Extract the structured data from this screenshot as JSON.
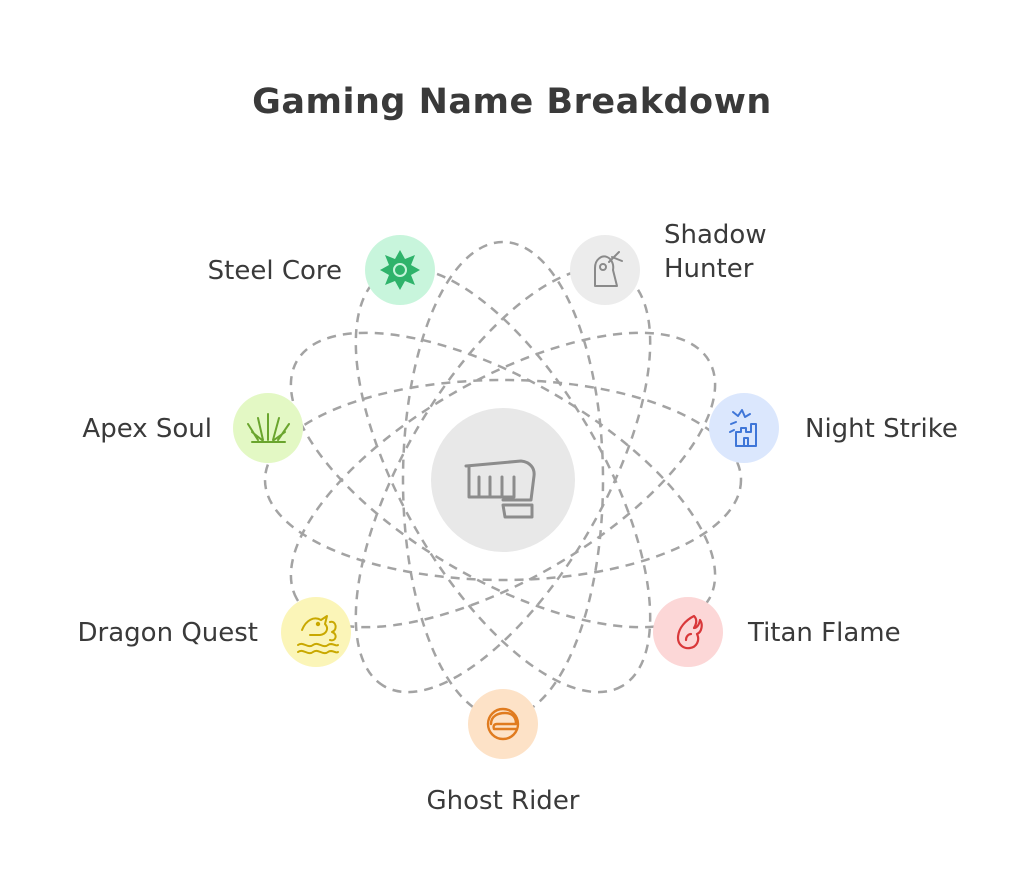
{
  "title": "Gaming Name Breakdown",
  "center": {
    "icon": "fist-icon",
    "fill": "#e8e8e8"
  },
  "nodes": [
    {
      "id": "steel-core",
      "label": "Steel Core",
      "icon": "gear-badge-icon",
      "fill": "#c8f5dc",
      "stroke": "#2fb36b"
    },
    {
      "id": "shadow-hunter",
      "label": "Shadow\nHunter",
      "line1": "Shadow",
      "line2": "Hunter",
      "icon": "hooded-figure-icon",
      "fill": "#ececec",
      "stroke": "#8a8a8a"
    },
    {
      "id": "apex-soul",
      "label": "Apex Soul",
      "icon": "grass-tuft-icon",
      "fill": "#e3f8c4",
      "stroke": "#6aa52e"
    },
    {
      "id": "night-strike",
      "label": "Night Strike",
      "icon": "bat-castle-icon",
      "fill": "#dbe7fd",
      "stroke": "#3f76d8"
    },
    {
      "id": "dragon-quest",
      "label": "Dragon Quest",
      "icon": "dragon-waves-icon",
      "fill": "#fbf5b8",
      "stroke": "#c9a800"
    },
    {
      "id": "titan-flame",
      "label": "Titan Flame",
      "icon": "fireball-icon",
      "fill": "#fcd7d7",
      "stroke": "#d9383a"
    },
    {
      "id": "ghost-rider",
      "label": "Ghost Rider",
      "icon": "helmet-icon",
      "fill": "#fde2c7",
      "stroke": "#e07b1f"
    }
  ],
  "colors": {
    "orbit": "#a3a3a3",
    "text": "#3a3a3a"
  }
}
